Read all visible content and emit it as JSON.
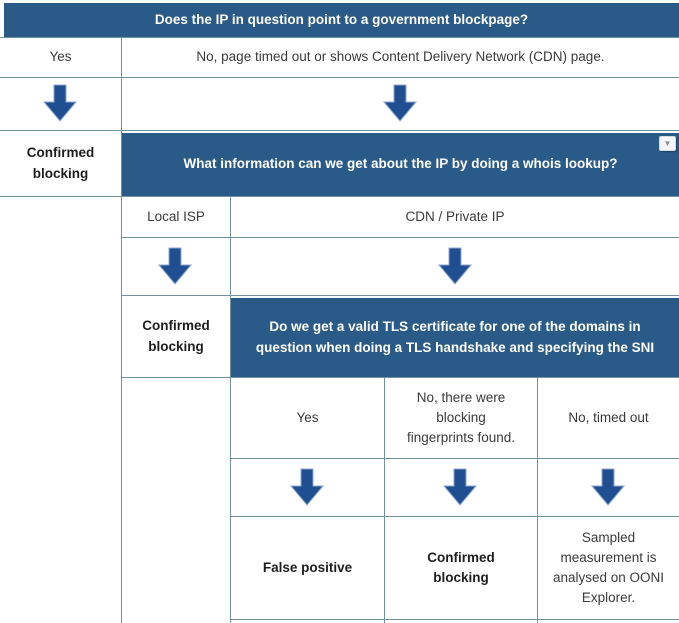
{
  "colors": {
    "question_bg": "#2a5a88",
    "question_text": "#ffffff",
    "cell_text": "#3a3a3a",
    "border": "#6f929e",
    "arrow_fill": "#1f4e91"
  },
  "icons": {
    "down_arrow_icon": "block-down-arrow",
    "dropdown_icon": "▼"
  },
  "flowchart": {
    "question_1": "Does the IP in question point to a government blockpage?",
    "answer_1_yes": "Yes",
    "answer_1_no": "No, page timed out or shows Content Delivery Network (CDN) page.",
    "outcome_confirmed_blocking": "Confirmed blocking",
    "question_2": "What information can we get about the IP by doing a whois lookup?",
    "answer_2_local_isp": "Local ISP",
    "answer_2_cdn": "CDN / Private IP",
    "question_3": "Do we get a valid TLS certificate for one of the domains in question when doing a TLS handshake and specifying the SNI",
    "answer_3_yes": "Yes",
    "answer_3_no_fingerprints": "No, there were blocking fingerprints found.",
    "answer_3_no_timeout": "No, timed out",
    "outcome_false_positive": "False positive",
    "outcome_sampled": "Sampled measurement is analysed on OONI Explorer."
  }
}
